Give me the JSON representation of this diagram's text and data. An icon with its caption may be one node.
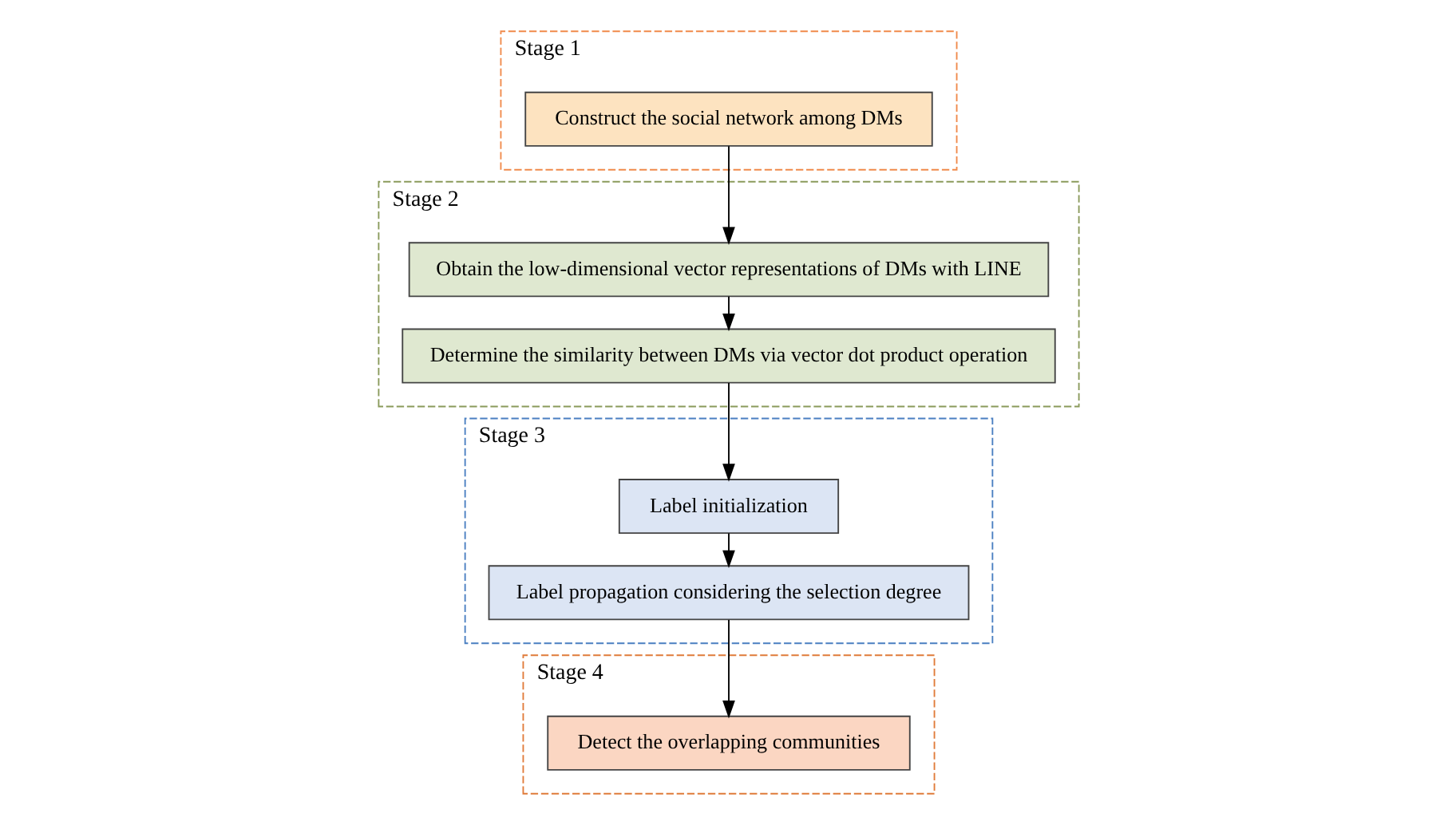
{
  "diagram": {
    "nodes": [
      {
        "text": [
          "Stage 1"
        ]
      },
      {
        "text": [
          "Construct the social network among DMs"
        ],
        "in": 0
      },
      {
        "text": [
          "Stage 2"
        ]
      },
      {
        "text": [
          "Obtain the low-dimensional vector representations of DMs with LINE"
        ],
        "in": 2
      },
      {
        "text": [
          "Determine the similarity between DMs via vector dot product operation"
        ],
        "in": 2
      },
      {
        "text": [
          "Stage 3"
        ]
      },
      {
        "text": [
          "Label initialization"
        ],
        "in": 5
      },
      {
        "text": [
          "Label propagation considering the selection degree"
        ],
        "in": 5
      },
      {
        "text": [
          "Stage 4"
        ]
      },
      {
        "text": [
          "Detect the overlapping communities"
        ],
        "in": 8
      }
    ],
    "edges": [
      {
        "from": 1,
        "to": 3,
        "arrow": "to"
      },
      {
        "from": 3,
        "to": 4,
        "arrow": "to"
      },
      {
        "from": 4,
        "to": 6,
        "arrow": "to"
      },
      {
        "from": 6,
        "to": 7,
        "arrow": "to"
      },
      {
        "from": 7,
        "to": 9,
        "arrow": "to"
      }
    ]
  }
}
